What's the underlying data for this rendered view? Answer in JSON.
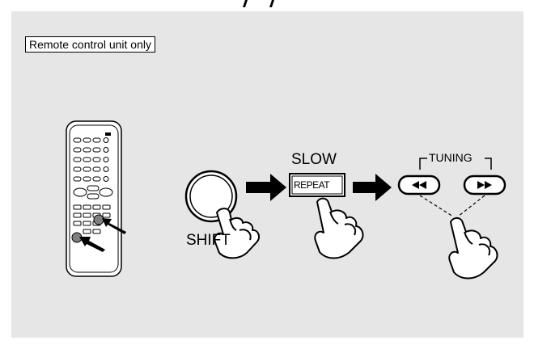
{
  "header": {
    "note": "Remote control unit only"
  },
  "labels": {
    "slow": "SLOW",
    "shift": "SHIFT",
    "tuning": "TUNING",
    "repeat": "REPEAT"
  },
  "icons": {
    "remote": "remote-control-icon",
    "hand": "pressing-hand-icon",
    "arrow": "right-arrow-icon",
    "rewind": "rewind-button-icon",
    "forward": "fast-forward-button-icon"
  },
  "colors": {
    "panel": "#e6e6e6",
    "ink": "#000000",
    "gray_button": "#808080"
  }
}
